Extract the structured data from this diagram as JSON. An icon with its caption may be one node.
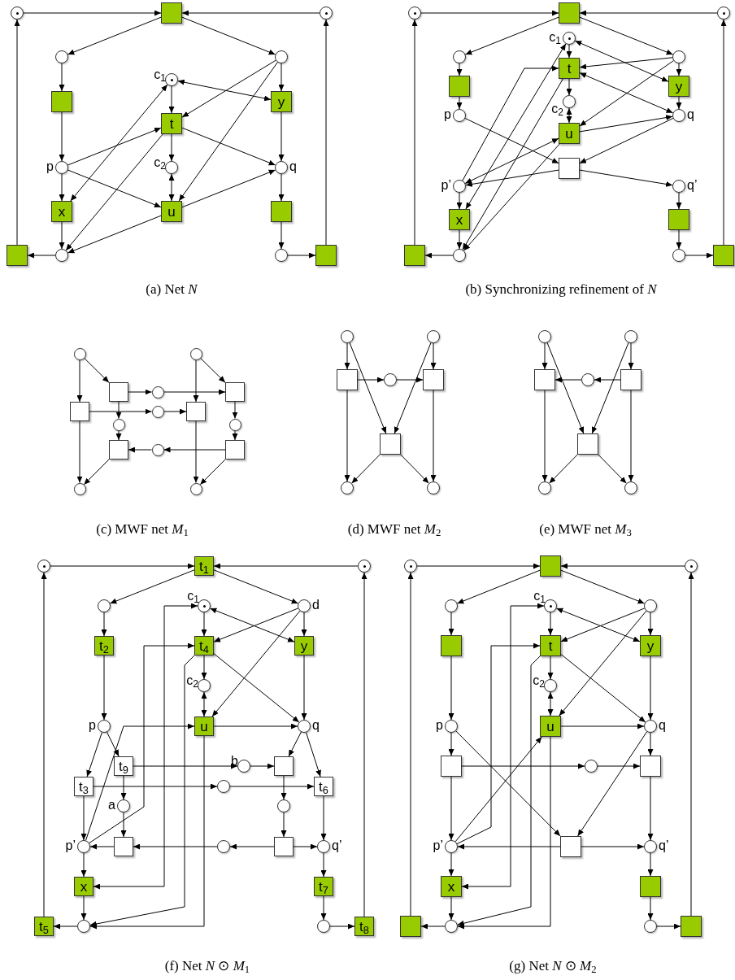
{
  "diagram": {
    "nodes": [
      {
        "text": [],
        "shape": "circle"
      },
      {
        "text": [],
        "shape": "box"
      },
      {
        "text": [],
        "shape": "circle"
      },
      {
        "text": [],
        "shape": "circle"
      },
      {
        "text": [],
        "shape": "circle"
      },
      {
        "text": [],
        "shape": "circle",
        "beside": [
          "c$_{1}$"
        ]
      },
      {
        "text": [],
        "shape": "box"
      },
      {
        "text": [
          "y"
        ]
      },
      {
        "text": [
          "t"
        ]
      },
      {
        "text": [],
        "shape": "circle",
        "beside": [
          "p"
        ]
      },
      {
        "text": [],
        "shape": "circle",
        "beside": [
          "c$_{2}$"
        ]
      },
      {
        "text": [],
        "shape": "circle",
        "beside": [
          "q"
        ]
      },
      {
        "text": [
          "x"
        ]
      },
      {
        "text": [
          "u"
        ]
      },
      {
        "text": [],
        "shape": "box"
      },
      {
        "text": [],
        "shape": "box"
      },
      {
        "text": [],
        "shape": "circle"
      },
      {
        "text": [],
        "shape": "circle"
      },
      {
        "text": [],
        "shape": "box"
      },
      {
        "text": [],
        "shape": "circle"
      },
      {
        "text": [],
        "shape": "box"
      },
      {
        "text": [],
        "shape": "circle"
      },
      {
        "text": [],
        "shape": "circle"
      },
      {
        "text": [],
        "shape": "circle"
      },
      {
        "text": [],
        "shape": "circle",
        "beside": [
          "c$_{1}$"
        ]
      },
      {
        "text": [
          "t"
        ]
      },
      {
        "text": [],
        "shape": "box"
      },
      {
        "text": [
          "y"
        ]
      },
      {
        "text": [],
        "shape": "circle",
        "beside": [
          "c$_{2}$"
        ]
      },
      {
        "text": [],
        "shape": "circle",
        "beside": [
          "p"
        ]
      },
      {
        "text": [],
        "shape": "circle",
        "beside": [
          "q"
        ]
      },
      {
        "text": [
          "u"
        ]
      },
      {
        "text": [],
        "shape": "box"
      },
      {
        "text": [],
        "shape": "circle",
        "beside": [
          "p’"
        ]
      },
      {
        "text": [],
        "shape": "circle",
        "beside": [
          "q’"
        ]
      },
      {
        "text": [
          "x"
        ]
      },
      {
        "text": [],
        "shape": "box"
      },
      {
        "text": [],
        "shape": "box"
      },
      {
        "text": [],
        "shape": "circle"
      },
      {
        "text": [],
        "shape": "circle"
      },
      {
        "text": [],
        "shape": "box"
      },
      {
        "text": [],
        "shape": "circle"
      },
      {
        "text": [],
        "shape": "circle"
      },
      {
        "text": [],
        "shape": "box"
      },
      {
        "text": [],
        "shape": "circle"
      },
      {
        "text": [],
        "shape": "box"
      },
      {
        "text": [],
        "shape": "box"
      },
      {
        "text": [],
        "shape": "circle"
      },
      {
        "text": [],
        "shape": "box"
      },
      {
        "text": [],
        "shape": "circle"
      },
      {
        "text": [],
        "shape": "circle"
      },
      {
        "text": [],
        "shape": "box"
      },
      {
        "text": [],
        "shape": "circle"
      },
      {
        "text": [],
        "shape": "box"
      },
      {
        "text": [],
        "shape": "circle"
      },
      {
        "text": [],
        "shape": "circle"
      },
      {
        "text": [],
        "shape": "circle"
      },
      {
        "text": [],
        "shape": "circle"
      },
      {
        "text": [],
        "shape": "box"
      },
      {
        "text": [],
        "shape": "circle"
      },
      {
        "text": [],
        "shape": "box"
      },
      {
        "text": [],
        "shape": "box"
      },
      {
        "text": [],
        "shape": "circle"
      },
      {
        "text": [],
        "shape": "circle"
      },
      {
        "text": [],
        "shape": "circle"
      },
      {
        "text": [],
        "shape": "circle"
      },
      {
        "text": [],
        "shape": "box"
      },
      {
        "text": [],
        "shape": "circle"
      },
      {
        "text": [],
        "shape": "box"
      },
      {
        "text": [],
        "shape": "box"
      },
      {
        "text": [],
        "shape": "circle"
      },
      {
        "text": [],
        "shape": "circle"
      },
      {
        "text": [],
        "shape": "circle"
      },
      {
        "text": [
          "t$_{1}$"
        ]
      },
      {
        "text": [],
        "shape": "circle"
      },
      {
        "text": [],
        "shape": "circle"
      },
      {
        "text": [],
        "shape": "circle",
        "beside": [
          "c$_{1}$"
        ]
      },
      {
        "text": [],
        "shape": "circle",
        "beside": [
          "d"
        ]
      },
      {
        "text": [
          "t$_{2}$"
        ]
      },
      {
        "text": [
          "t$_{4}$"
        ]
      },
      {
        "text": [
          "y"
        ]
      },
      {
        "text": [],
        "shape": "circle",
        "beside": [
          "c$_{2}$"
        ]
      },
      {
        "text": [],
        "shape": "circle",
        "beside": [
          "p"
        ]
      },
      {
        "text": [
          "u"
        ]
      },
      {
        "text": [],
        "shape": "circle",
        "beside": [
          "q"
        ]
      },
      {
        "text": [
          "t$_{9}$"
        ]
      },
      {
        "text": [],
        "shape": "circle",
        "beside": [
          "b"
        ]
      },
      {
        "text": [],
        "shape": "box"
      },
      {
        "text": [
          "t$_{3}$"
        ]
      },
      {
        "text": [],
        "shape": "circle"
      },
      {
        "text": [
          "t$_{6}$"
        ]
      },
      {
        "text": [],
        "shape": "circle",
        "beside": [
          "a"
        ]
      },
      {
        "text": [],
        "shape": "circle"
      },
      {
        "text": [],
        "shape": "circle",
        "beside": [
          "p’"
        ]
      },
      {
        "text": [],
        "shape": "box"
      },
      {
        "text": [],
        "shape": "circle"
      },
      {
        "text": [],
        "shape": "box"
      },
      {
        "text": [],
        "shape": "circle",
        "beside": [
          "q’"
        ]
      },
      {
        "text": [
          "x"
        ]
      },
      {
        "text": [
          "t$_{7}$"
        ]
      },
      {
        "text": [
          "t$_{5}$"
        ]
      },
      {
        "text": [],
        "shape": "circle"
      },
      {
        "text": [],
        "shape": "circle"
      },
      {
        "text": [
          "t$_{8}$"
        ]
      },
      {
        "text": [],
        "shape": "circle"
      },
      {
        "text": [],
        "shape": "box"
      },
      {
        "text": [],
        "shape": "circle"
      },
      {
        "text": [],
        "shape": "circle"
      },
      {
        "text": [],
        "shape": "circle",
        "beside": [
          "c$_{1}$"
        ]
      },
      {
        "text": [],
        "shape": "circle"
      },
      {
        "text": [],
        "shape": "box"
      },
      {
        "text": [
          "t"
        ]
      },
      {
        "text": [
          "y"
        ]
      },
      {
        "text": [],
        "shape": "circle",
        "beside": [
          "c$_{2}$"
        ]
      },
      {
        "text": [],
        "shape": "circle",
        "beside": [
          "p"
        ]
      },
      {
        "text": [
          "u"
        ]
      },
      {
        "text": [],
        "shape": "circle",
        "beside": [
          "q"
        ]
      },
      {
        "text": [],
        "shape": "box"
      },
      {
        "text": [],
        "shape": "circle"
      },
      {
        "text": [],
        "shape": "box"
      },
      {
        "text": [],
        "shape": "box"
      },
      {
        "text": [],
        "shape": "circle",
        "beside": [
          "p’"
        ]
      },
      {
        "text": [],
        "shape": "circle",
        "beside": [
          "q’"
        ]
      },
      {
        "text": [
          "x"
        ]
      },
      {
        "text": [],
        "shape": "box"
      },
      {
        "text": [],
        "shape": "box"
      },
      {
        "text": [],
        "shape": "circle"
      },
      {
        "text": [],
        "shape": "circle"
      },
      {
        "text": [],
        "shape": "box"
      }
    ],
    "edges": [
      {
        "from": 0,
        "to": 1,
        "arrow": "to"
      },
      {
        "from": 2,
        "to": 1,
        "arrow": "to"
      },
      {
        "from": 1,
        "to": 3,
        "arrow": "to"
      },
      {
        "from": 1,
        "to": 4,
        "arrow": "to"
      },
      {
        "from": 3,
        "to": 6,
        "arrow": "to"
      },
      {
        "from": 6,
        "to": 9,
        "arrow": "to"
      },
      {
        "from": 9,
        "to": 12,
        "arrow": "to"
      },
      {
        "from": 12,
        "to": 16,
        "arrow": "to"
      },
      {
        "from": 16,
        "to": 15,
        "arrow": "to"
      },
      {
        "from": 15,
        "to": 0,
        "arrow": "to"
      },
      {
        "from": 4,
        "to": 7,
        "arrow": "to"
      },
      {
        "from": 4,
        "to": 8,
        "arrow": "to"
      },
      {
        "from": 4,
        "to": 13,
        "arrow": "to"
      },
      {
        "from": 5,
        "to": 8,
        "arrow": "to"
      },
      {
        "from": 5,
        "to": 7,
        "arrow": "both"
      },
      {
        "from": 9,
        "to": 8,
        "arrow": "to"
      },
      {
        "from": 9,
        "to": 13,
        "arrow": "to"
      },
      {
        "from": 5,
        "to": 12,
        "arrow": "both"
      },
      {
        "from": 8,
        "to": 16,
        "arrow": "to"
      },
      {
        "from": 13,
        "to": 16,
        "arrow": "to"
      },
      {
        "from": 8,
        "to": 10,
        "arrow": "to"
      },
      {
        "from": 10,
        "to": 13,
        "arrow": "both"
      },
      {
        "from": 8,
        "to": 11,
        "arrow": "to"
      },
      {
        "from": 7,
        "to": 11,
        "arrow": "to"
      },
      {
        "from": 13,
        "to": 11,
        "arrow": "to"
      },
      {
        "from": 11,
        "to": 14,
        "arrow": "to"
      },
      {
        "from": 14,
        "to": 17,
        "arrow": "to"
      },
      {
        "from": 17,
        "to": 18,
        "arrow": "to"
      },
      {
        "from": 18,
        "to": 2,
        "arrow": "to"
      },
      {
        "from": 19,
        "to": 20,
        "arrow": "to"
      },
      {
        "from": 21,
        "to": 20,
        "arrow": "to"
      },
      {
        "from": 20,
        "to": 22,
        "arrow": "to"
      },
      {
        "from": 20,
        "to": 23,
        "arrow": "to"
      },
      {
        "from": 22,
        "to": 26,
        "arrow": "to"
      },
      {
        "from": 26,
        "to": 29,
        "arrow": "to"
      },
      {
        "from": 29,
        "to": 32,
        "arrow": "to"
      },
      {
        "from": 32,
        "to": 33,
        "arrow": "to"
      },
      {
        "from": 32,
        "to": 34,
        "arrow": "to"
      },
      {
        "from": 33,
        "to": 35,
        "arrow": "to"
      },
      {
        "from": 35,
        "to": 38,
        "arrow": "to"
      },
      {
        "from": 38,
        "to": 37,
        "arrow": "to"
      },
      {
        "from": 37,
        "to": 19,
        "arrow": "to"
      },
      {
        "from": 24,
        "to": 25,
        "arrow": "to"
      },
      {
        "from": 25,
        "to": 28,
        "arrow": "to"
      },
      {
        "from": 28,
        "to": 31,
        "arrow": "both"
      },
      {
        "from": 24,
        "to": 27,
        "arrow": "both"
      },
      {
        "from": 23,
        "to": 27,
        "arrow": "to"
      },
      {
        "from": 27,
        "to": 30,
        "arrow": "to"
      },
      {
        "from": 23,
        "to": 25,
        "arrow": "to"
      },
      {
        "from": 23,
        "to": 31,
        "arrow": "to"
      },
      {
        "from": 25,
        "to": 30,
        "arrow": "both"
      },
      {
        "from": 31,
        "to": 30,
        "arrow": "to"
      },
      {
        "from": 30,
        "to": 32,
        "arrow": "to"
      },
      {
        "from": 31,
        "to": 33,
        "arrow": "both"
      },
      {
        "from": 33,
        "to": 25,
        "arrow": "to"
      },
      {
        "from": 24,
        "to": 35,
        "arrow": "both"
      },
      {
        "from": 25,
        "to": 38,
        "arrow": "to"
      },
      {
        "from": 31,
        "to": 38,
        "arrow": "to"
      },
      {
        "from": 34,
        "to": 36,
        "arrow": "to"
      },
      {
        "from": 36,
        "to": 39,
        "arrow": "to"
      },
      {
        "from": 39,
        "to": 40,
        "arrow": "to"
      },
      {
        "from": 40,
        "to": 21,
        "arrow": "to"
      },
      {
        "from": 41,
        "to": 46,
        "arrow": "to"
      },
      {
        "from": 41,
        "to": 43,
        "arrow": "to"
      },
      {
        "from": 42,
        "to": 48,
        "arrow": "to"
      },
      {
        "from": 42,
        "to": 45,
        "arrow": "to"
      },
      {
        "from": 43,
        "to": 44,
        "arrow": "to"
      },
      {
        "from": 44,
        "to": 45,
        "arrow": "to"
      },
      {
        "from": 43,
        "to": 49,
        "arrow": "to"
      },
      {
        "from": 49,
        "to": 51,
        "arrow": "to"
      },
      {
        "from": 46,
        "to": 47,
        "arrow": "to"
      },
      {
        "from": 47,
        "to": 48,
        "arrow": "to"
      },
      {
        "from": 45,
        "to": 50,
        "arrow": "to"
      },
      {
        "from": 50,
        "to": 53,
        "arrow": "to"
      },
      {
        "from": 53,
        "to": 52,
        "arrow": "to"
      },
      {
        "from": 52,
        "to": 51,
        "arrow": "to"
      },
      {
        "from": 46,
        "to": 54,
        "arrow": "to"
      },
      {
        "from": 51,
        "to": 54,
        "arrow": "to"
      },
      {
        "from": 48,
        "to": 55,
        "arrow": "to"
      },
      {
        "from": 53,
        "to": 55,
        "arrow": "to"
      },
      {
        "from": 56,
        "to": 58,
        "arrow": "to"
      },
      {
        "from": 56,
        "to": 61,
        "arrow": "to"
      },
      {
        "from": 57,
        "to": 60,
        "arrow": "to"
      },
      {
        "from": 57,
        "to": 61,
        "arrow": "to"
      },
      {
        "from": 58,
        "to": 59,
        "arrow": "to"
      },
      {
        "from": 59,
        "to": 60,
        "arrow": "to"
      },
      {
        "from": 58,
        "to": 62,
        "arrow": "to"
      },
      {
        "from": 60,
        "to": 63,
        "arrow": "to"
      },
      {
        "from": 61,
        "to": 62,
        "arrow": "to"
      },
      {
        "from": 61,
        "to": 63,
        "arrow": "to"
      },
      {
        "from": 64,
        "to": 66,
        "arrow": "to"
      },
      {
        "from": 64,
        "to": 69,
        "arrow": "to"
      },
      {
        "from": 65,
        "to": 68,
        "arrow": "to"
      },
      {
        "from": 65,
        "to": 69,
        "arrow": "to"
      },
      {
        "from": 68,
        "to": 67,
        "arrow": "to"
      },
      {
        "from": 67,
        "to": 66,
        "arrow": "to"
      },
      {
        "from": 66,
        "to": 70,
        "arrow": "to"
      },
      {
        "from": 68,
        "to": 71,
        "arrow": "to"
      },
      {
        "from": 69,
        "to": 70,
        "arrow": "to"
      },
      {
        "from": 69,
        "to": 71,
        "arrow": "to"
      },
      {
        "from": 72,
        "to": 73,
        "arrow": "to"
      },
      {
        "from": 74,
        "to": 73,
        "arrow": "to"
      },
      {
        "from": 73,
        "to": 75,
        "arrow": "to"
      },
      {
        "from": 73,
        "to": 77,
        "arrow": "to"
      },
      {
        "from": 75,
        "to": 78,
        "arrow": "to"
      },
      {
        "from": 78,
        "to": 82,
        "arrow": "to"
      },
      {
        "from": 76,
        "to": 79,
        "arrow": "to"
      },
      {
        "from": 77,
        "to": 79,
        "arrow": "to"
      },
      {
        "from": 77,
        "to": 80,
        "arrow": "to"
      },
      {
        "from": 77,
        "to": 83,
        "arrow": "to"
      },
      {
        "from": 76,
        "to": 80,
        "arrow": "both"
      },
      {
        "from": 79,
        "to": 81,
        "arrow": "to"
      },
      {
        "from": 81,
        "to": 83,
        "arrow": "both"
      },
      {
        "from": 79,
        "to": 84,
        "arrow": "to"
      },
      {
        "from": 80,
        "to": 84,
        "arrow": "to"
      },
      {
        "from": 83,
        "to": 84,
        "arrow": "to"
      },
      {
        "from": 82,
        "to": 88,
        "arrow": "to"
      },
      {
        "from": 82,
        "to": 85,
        "arrow": "to"
      },
      {
        "from": 85,
        "to": 86,
        "arrow": "to"
      },
      {
        "from": 86,
        "to": 87,
        "arrow": "to"
      },
      {
        "from": 84,
        "to": 87,
        "arrow": "to"
      },
      {
        "from": 84,
        "to": 90,
        "arrow": "to"
      },
      {
        "from": 88,
        "to": 89,
        "arrow": "to"
      },
      {
        "from": 89,
        "to": 90,
        "arrow": "to"
      },
      {
        "from": 85,
        "to": 91,
        "arrow": "to"
      },
      {
        "from": 91,
        "to": 94,
        "arrow": "to"
      },
      {
        "from": 94,
        "to": 93,
        "arrow": "to"
      },
      {
        "from": 87,
        "to": 92,
        "arrow": "to"
      },
      {
        "from": 92,
        "to": 96,
        "arrow": "to"
      },
      {
        "from": 96,
        "to": 95,
        "arrow": "to"
      },
      {
        "from": 95,
        "to": 94,
        "arrow": "to"
      },
      {
        "from": 96,
        "to": 97,
        "arrow": "to"
      },
      {
        "from": 90,
        "to": 97,
        "arrow": "to"
      },
      {
        "from": 88,
        "to": 93,
        "arrow": "to"
      },
      {
        "from": 93,
        "to": 98,
        "arrow": "to"
      },
      {
        "from": 97,
        "to": 99,
        "arrow": "to"
      },
      {
        "from": 99,
        "to": 102,
        "arrow": "to"
      },
      {
        "from": 102,
        "to": 103,
        "arrow": "to"
      },
      {
        "from": 103,
        "to": 74,
        "arrow": "to"
      },
      {
        "from": 98,
        "to": 101,
        "arrow": "to"
      },
      {
        "from": 101,
        "to": 100,
        "arrow": "to"
      },
      {
        "from": 100,
        "to": 72,
        "arrow": "to"
      },
      {
        "from": 93,
        "to": 83,
        "arrow": "to"
      },
      {
        "from": 93,
        "to": 79,
        "arrow": "to"
      },
      {
        "from": 76,
        "to": 98,
        "arrow": "both"
      },
      {
        "from": 79,
        "to": 101,
        "arrow": "to"
      },
      {
        "from": 83,
        "to": 101,
        "arrow": "to"
      },
      {
        "from": 104,
        "to": 105,
        "arrow": "to"
      },
      {
        "from": 106,
        "to": 105,
        "arrow": "to"
      },
      {
        "from": 105,
        "to": 107,
        "arrow": "to"
      },
      {
        "from": 105,
        "to": 109,
        "arrow": "to"
      },
      {
        "from": 107,
        "to": 110,
        "arrow": "to"
      },
      {
        "from": 110,
        "to": 114,
        "arrow": "to"
      },
      {
        "from": 108,
        "to": 111,
        "arrow": "to"
      },
      {
        "from": 109,
        "to": 111,
        "arrow": "to"
      },
      {
        "from": 109,
        "to": 112,
        "arrow": "to"
      },
      {
        "from": 109,
        "to": 115,
        "arrow": "to"
      },
      {
        "from": 108,
        "to": 112,
        "arrow": "both"
      },
      {
        "from": 111,
        "to": 113,
        "arrow": "to"
      },
      {
        "from": 113,
        "to": 115,
        "arrow": "both"
      },
      {
        "from": 111,
        "to": 116,
        "arrow": "to"
      },
      {
        "from": 112,
        "to": 116,
        "arrow": "to"
      },
      {
        "from": 115,
        "to": 116,
        "arrow": "to"
      },
      {
        "from": 114,
        "to": 117,
        "arrow": "to"
      },
      {
        "from": 114,
        "to": 120,
        "arrow": "to"
      },
      {
        "from": 116,
        "to": 119,
        "arrow": "to"
      },
      {
        "from": 116,
        "to": 120,
        "arrow": "to"
      },
      {
        "from": 117,
        "to": 118,
        "arrow": "to"
      },
      {
        "from": 118,
        "to": 119,
        "arrow": "to"
      },
      {
        "from": 117,
        "to": 121,
        "arrow": "to"
      },
      {
        "from": 119,
        "to": 122,
        "arrow": "to"
      },
      {
        "from": 120,
        "to": 121,
        "arrow": "to"
      },
      {
        "from": 120,
        "to": 122,
        "arrow": "to"
      },
      {
        "from": 121,
        "to": 123,
        "arrow": "to"
      },
      {
        "from": 122,
        "to": 124,
        "arrow": "to"
      },
      {
        "from": 124,
        "to": 127,
        "arrow": "to"
      },
      {
        "from": 127,
        "to": 128,
        "arrow": "to"
      },
      {
        "from": 128,
        "to": 106,
        "arrow": "to"
      },
      {
        "from": 123,
        "to": 126,
        "arrow": "to"
      },
      {
        "from": 126,
        "to": 125,
        "arrow": "to"
      },
      {
        "from": 125,
        "to": 104,
        "arrow": "to"
      },
      {
        "from": 121,
        "to": 115,
        "arrow": "to"
      },
      {
        "from": 121,
        "to": 111,
        "arrow": "to"
      },
      {
        "from": 108,
        "to": 123,
        "arrow": "both"
      },
      {
        "from": 111,
        "to": 126,
        "arrow": "to"
      },
      {
        "from": 115,
        "to": 126,
        "arrow": "to"
      }
    ],
    "labels": [
      "(a) Net *N*",
      "(b) Synchronizing refinement of *N*",
      "(c) MWF net *M*$_{1}$",
      "(d) MWF net *M*$_{2}$",
      "(e) MWF net *M*$_{3}$",
      "(f) Net *N* ⊙ *M*$_{1}$",
      "(g) Net *N* ⊙ *M*$_{2}$"
    ]
  }
}
